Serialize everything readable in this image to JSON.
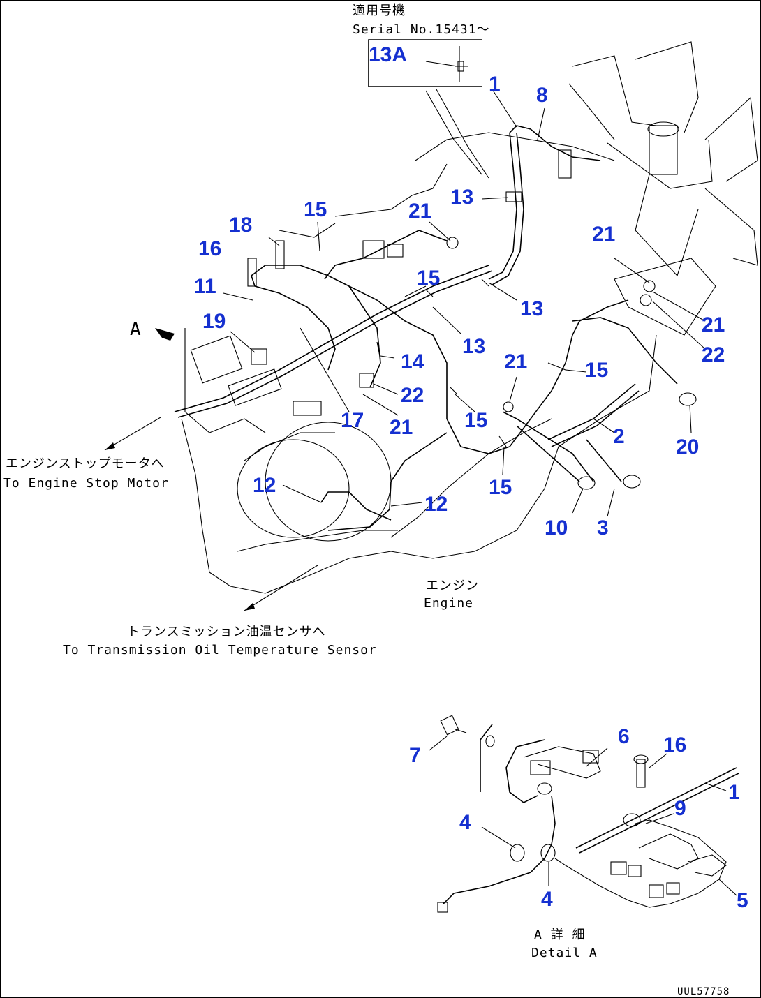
{
  "serial": {
    "jp": "適用号機",
    "en": "Serial No.15431～"
  },
  "callouts": {
    "c13A": "13A",
    "c1_top": "1",
    "c8": "8",
    "c13_top": "13",
    "c21_a": "21",
    "c15_a": "15",
    "c18": "18",
    "c16_a": "16",
    "c11": "11",
    "c19": "19",
    "c15_b": "15",
    "c13_b": "13",
    "c13_c": "13",
    "c21_right": "21",
    "c21_b": "21",
    "c22_a": "22",
    "c14": "14",
    "c22_b": "22",
    "c21_c": "21",
    "c17": "17",
    "c21_d": "21",
    "c15_c": "15",
    "c15_d": "15",
    "c2": "2",
    "c20": "20",
    "c15_e": "15",
    "c12_a": "12",
    "c12_b": "12",
    "c10": "10",
    "c3": "3",
    "c7": "7",
    "c6": "6",
    "c16_b": "16",
    "c1_detail": "1",
    "c9": "9",
    "c4_a": "4",
    "c4_b": "4",
    "c5": "5"
  },
  "arrow_label": "A",
  "labels": {
    "stop_motor_jp": "エンジンストップモータへ",
    "stop_motor_en": "To Engine Stop Motor",
    "engine_jp": "エンジン",
    "engine_en": "Engine",
    "trans_jp": "トランスミッション油温センサへ",
    "trans_en": "To Transmission Oil Temperature Sensor",
    "detail_jp": "A 詳 細",
    "detail_en": "Detail A"
  },
  "drawing_code": "UUL57758"
}
